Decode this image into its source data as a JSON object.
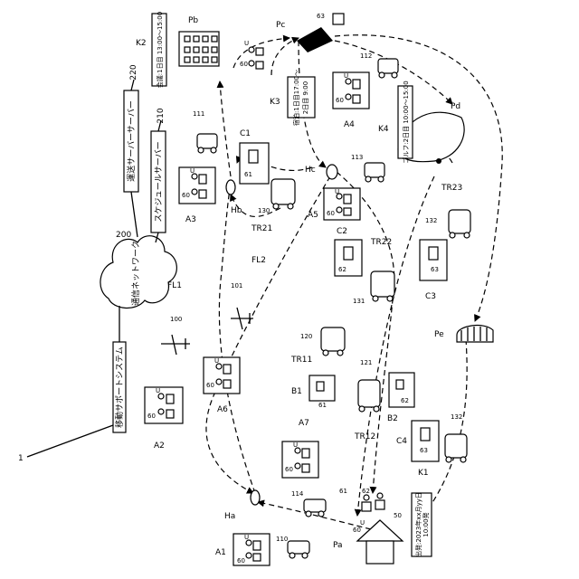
{
  "figure_ref": "1",
  "system_name": "移動サポートシステム",
  "network": {
    "label": "通信ネットワーク",
    "ref": "200"
  },
  "servers": {
    "transport": {
      "label": "運送サーバーサーバー",
      "ref": "220"
    },
    "schedule": {
      "label": "スケジュールサーバー",
      "ref": "210"
    }
  },
  "refs": {
    "n60": "60",
    "n61": "61",
    "n62": "62",
    "n63": "63",
    "n50": "50",
    "u": "U",
    "n100": "100",
    "n101": "101",
    "n110": "110",
    "n111": "111",
    "n112": "112",
    "n113": "113",
    "n114": "114",
    "n120": "120",
    "n121": "121",
    "n130": "130",
    "n131": "131",
    "n132": "132"
  },
  "places": {
    "pa": "Pa",
    "pb": "Pb",
    "pc": "Pc",
    "pd": "Pd",
    "pe": "Pe",
    "ha": "Ha",
    "hb": "Hb",
    "hc": "Hc"
  },
  "groups": {
    "a1": "A1",
    "a2": "A2",
    "a3": "A3",
    "a4": "A4",
    "a5": "A5",
    "a6": "A6",
    "a7": "A7",
    "b1": "B1",
    "b2": "B2",
    "c1": "C1",
    "c2": "C2",
    "c3": "C3",
    "c4": "C4"
  },
  "routes": {
    "fl1": "FL1",
    "fl2": "FL2",
    "tr11": "TR11",
    "tr12": "TR12",
    "tr21": "TR21",
    "tr22": "TR22",
    "tr23": "TR23"
  },
  "schedules": {
    "k1": {
      "ref": "K1",
      "line1": "出発:2023年xx月yy日",
      "line2": "10:00発"
    },
    "k2": {
      "ref": "K2",
      "text": "会議:1日目 13:00〜15:00"
    },
    "k3": {
      "ref": "K3",
      "line1": "宿泊:1日目17:00〜",
      "line2": "2日目 9:00"
    },
    "k4": {
      "ref": "K4",
      "text": "ゴルフ:2日目 10:00〜15:00"
    }
  }
}
